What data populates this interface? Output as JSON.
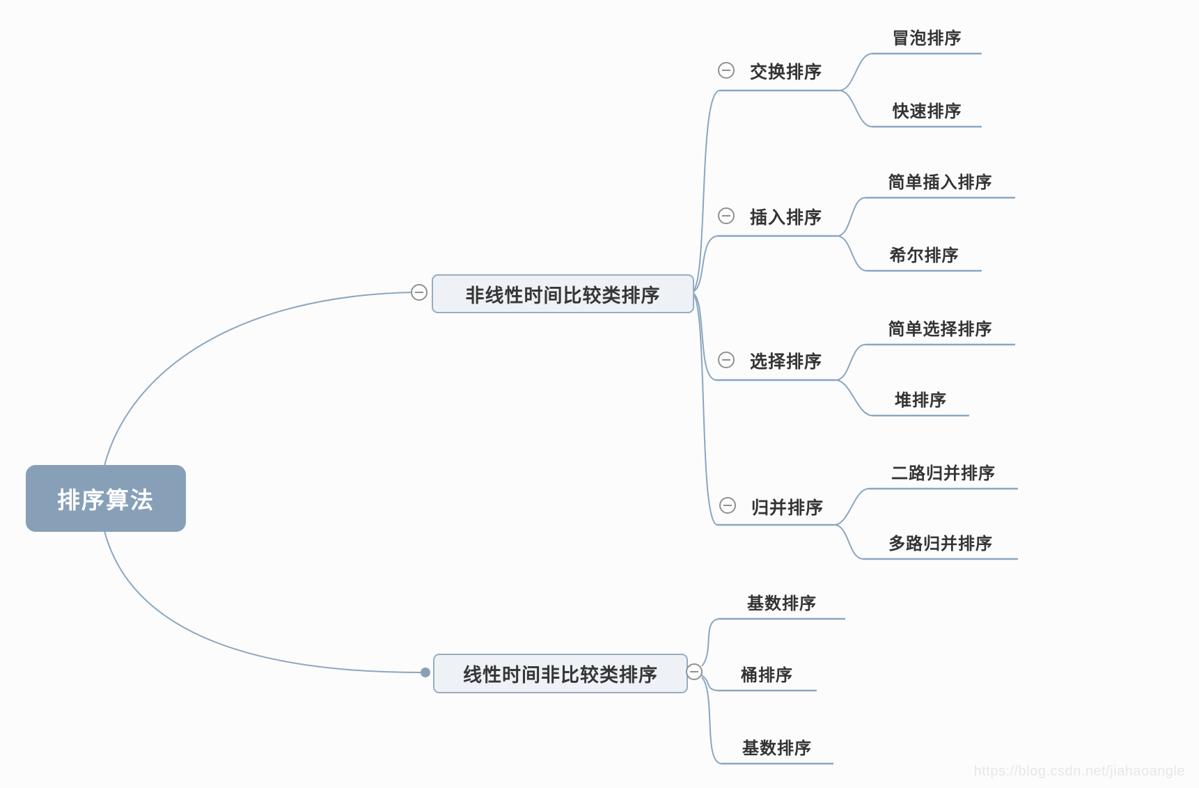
{
  "root": {
    "label": "排序算法"
  },
  "branches": [
    {
      "label": "非线性时间比较类排序",
      "children": [
        {
          "label": "交换排序",
          "children": [
            {
              "label": "冒泡排序"
            },
            {
              "label": "快速排序"
            }
          ]
        },
        {
          "label": "插入排序",
          "children": [
            {
              "label": "简单插入排序"
            },
            {
              "label": "希尔排序"
            }
          ]
        },
        {
          "label": "选择排序",
          "children": [
            {
              "label": "简单选择排序"
            },
            {
              "label": "堆排序"
            }
          ]
        },
        {
          "label": "归并排序",
          "children": [
            {
              "label": "二路归并排序"
            },
            {
              "label": "多路归并排序"
            }
          ]
        }
      ]
    },
    {
      "label": "线性时间非比较类排序",
      "children": [
        {
          "label": "基数排序"
        },
        {
          "label": "桶排序"
        },
        {
          "label": "基数排序"
        }
      ]
    }
  ],
  "icons": {
    "collapse": "minus-circle",
    "branch_terminal": "filled-dot"
  },
  "colors": {
    "root_fill": "#87a0b8",
    "topic_fill": "#eef2f6",
    "topic_border": "#96acc3",
    "wire": "#8aa6c0",
    "text": "#333333"
  },
  "watermark": "https://blog.csdn.net/jiahaoangle"
}
